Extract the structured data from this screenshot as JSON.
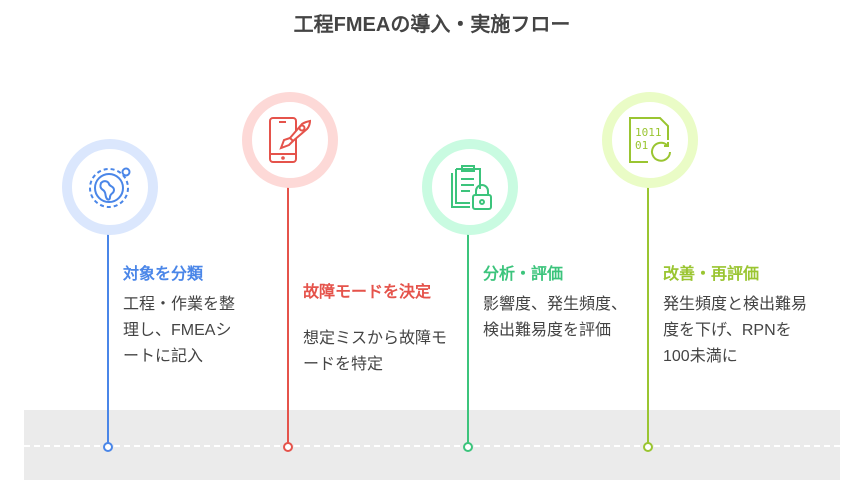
{
  "title": "工程FMEAの導入・実施フロー",
  "steps": [
    {
      "heading": "対象を分類",
      "body": "工程・作業を整理し、FMEAシートに記入",
      "icon": "globe-icon",
      "color": "#4a86e8",
      "ring": "#dbe7fd"
    },
    {
      "heading": "故障モードを決定",
      "body": "想定ミスから故障モードを特定",
      "icon": "mobile-rocket-icon",
      "color": "#e5534b",
      "ring": "#fdd9d7"
    },
    {
      "heading": "分析・評価",
      "body": "影響度、発生頻度、検出難易度を評価",
      "icon": "clipboard-lock-icon",
      "color": "#3cc47c",
      "ring": "#c9fbe1"
    },
    {
      "heading": "改善・再評価",
      "body": "発生頻度と検出難易度を下げ、RPNを100未満に",
      "icon": "binary-file-refresh-icon",
      "color": "#9ac531",
      "ring": "#eafcc6"
    }
  ]
}
